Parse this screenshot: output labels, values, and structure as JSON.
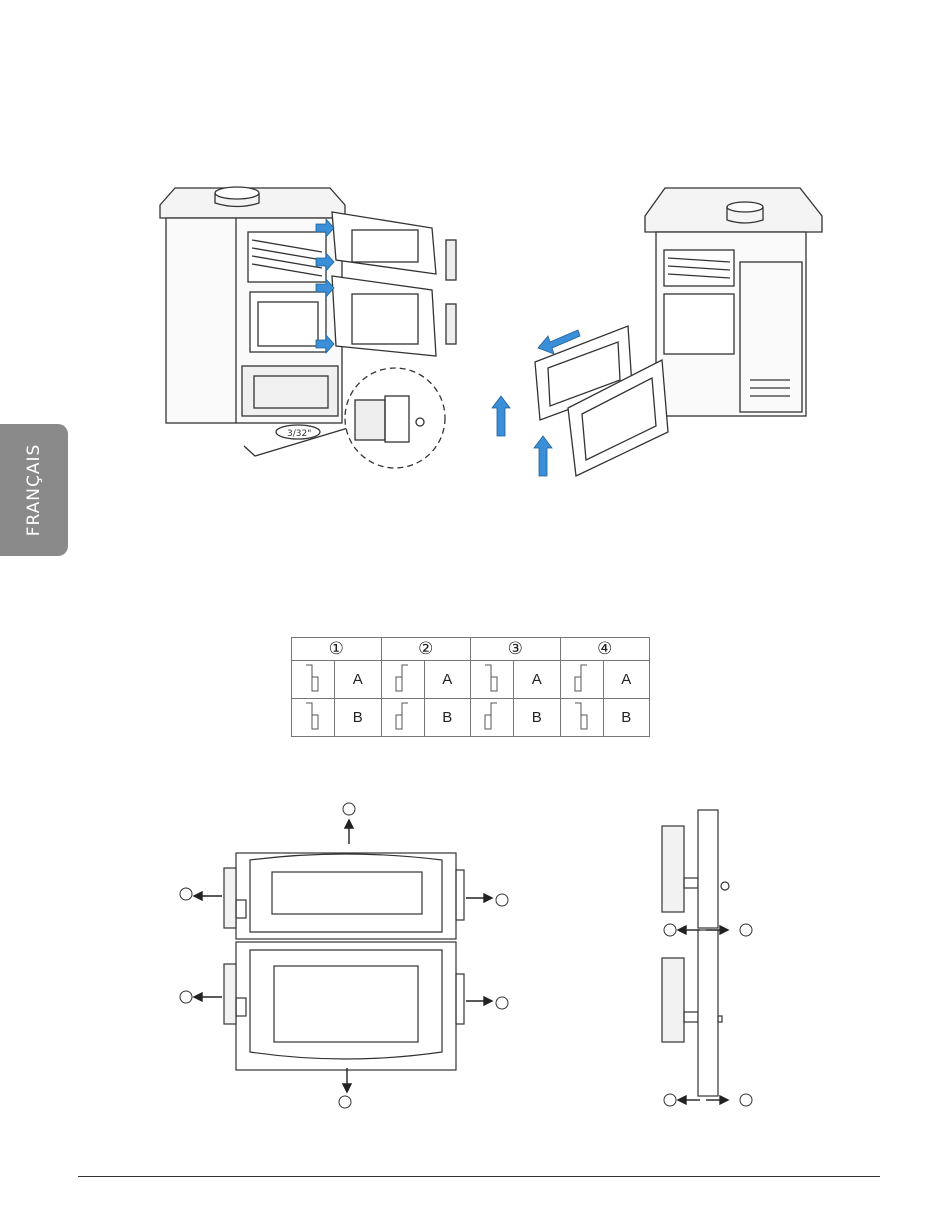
{
  "side_tab": {
    "label": "FRANÇAIS"
  },
  "figure1": {
    "tool_label": "3/32\""
  },
  "table": {
    "headers": [
      "①",
      "②",
      "③",
      "④"
    ],
    "rows": [
      {
        "cells": [
          "A",
          "A",
          "A",
          "A"
        ]
      },
      {
        "cells": [
          "B",
          "B",
          "B",
          "B"
        ]
      }
    ]
  },
  "colors": {
    "arrow": "#3a8fd8",
    "tab": "#8a8a8a",
    "line": "#333333"
  }
}
